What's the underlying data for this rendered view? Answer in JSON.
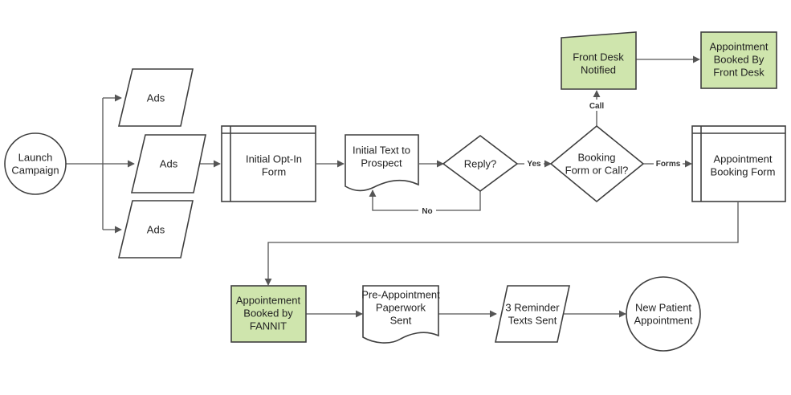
{
  "colors": {
    "green_fill": "#cfe5ad",
    "stroke": "#3f3f3f"
  },
  "nodes": {
    "launch": [
      "Launch",
      "Campaign"
    ],
    "ads1": [
      "Ads"
    ],
    "ads2": [
      "Ads"
    ],
    "ads3": [
      "Ads"
    ],
    "optin": [
      "Initial Opt-In",
      "Form"
    ],
    "initial_text": [
      "Initial Text to",
      "Prospect"
    ],
    "reply": [
      "Reply?"
    ],
    "booking_decision": [
      "Booking",
      "Form or Call?"
    ],
    "front_desk": [
      "Front Desk",
      "Notified"
    ],
    "booked_front_desk": [
      "Appointment",
      "Booked By",
      "Front Desk"
    ],
    "booking_form": [
      "Appointment",
      "Booking Form"
    ],
    "booked_fannit": [
      "Appointement",
      "Booked by",
      "FANNIT"
    ],
    "paperwork": [
      "Pre-Appointment",
      "Paperwork",
      "Sent"
    ],
    "reminders": [
      "3 Reminder",
      "Texts Sent"
    ],
    "new_patient": [
      "New Patient",
      "Appointment"
    ]
  },
  "edge_labels": {
    "yes": "Yes",
    "no": "No",
    "call": "Call",
    "forms": "Forms"
  }
}
